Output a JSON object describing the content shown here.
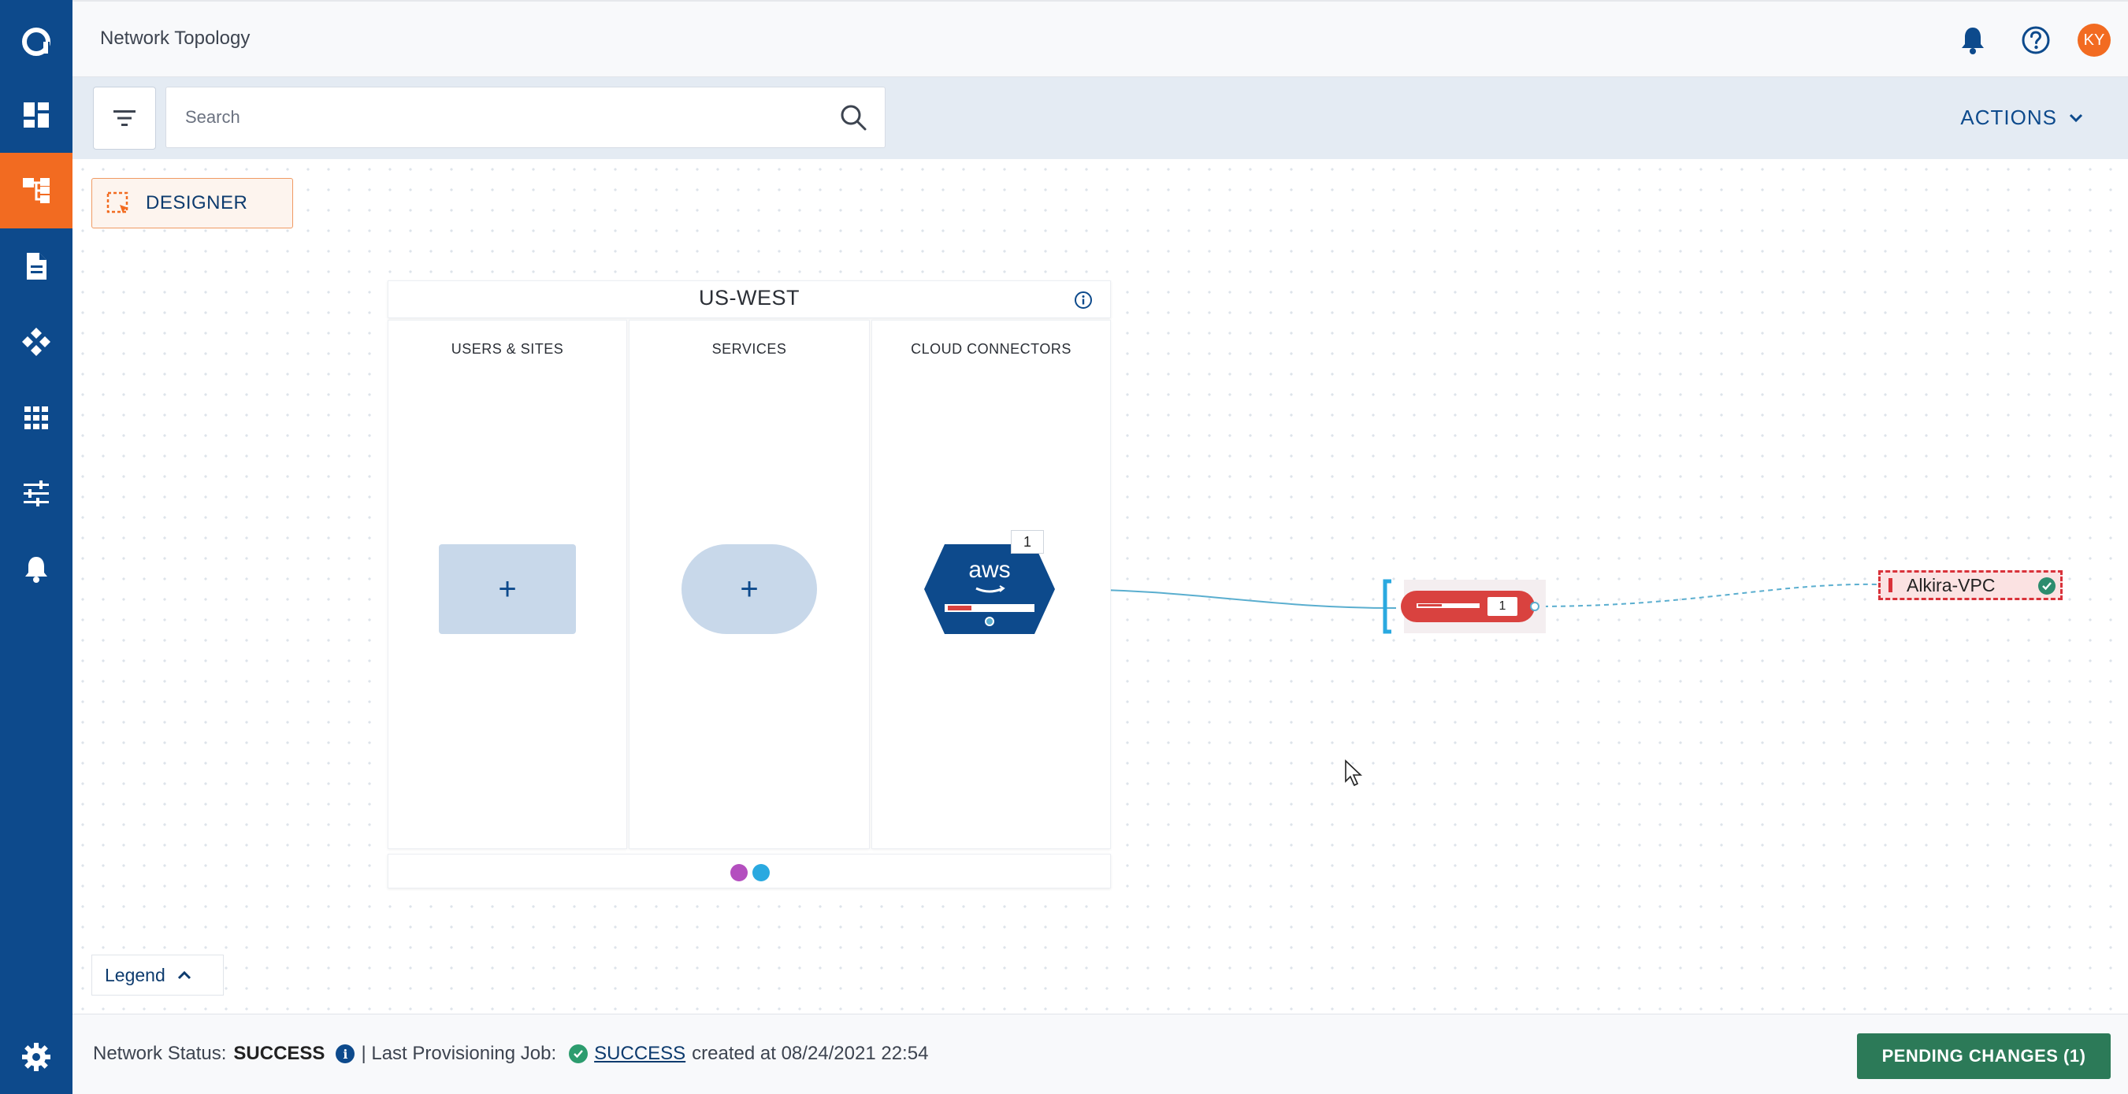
{
  "header": {
    "title": "Network Topology",
    "avatar_initials": "KY"
  },
  "toolbar": {
    "search_placeholder": "Search",
    "actions_label": "ACTIONS"
  },
  "designer": {
    "label": "DESIGNER"
  },
  "region": {
    "title": "US-WEST",
    "columns": [
      "USERS & SITES",
      "SERVICES",
      "CLOUD CONNECTORS"
    ],
    "add_symbol": "+",
    "aws_logo": "aws",
    "aws_count": "1",
    "dot_colors": [
      "#b44fbf",
      "#2aa9e0"
    ]
  },
  "node": {
    "count": "1",
    "color": "#d9423f"
  },
  "vpc": {
    "label": "Alkira-VPC"
  },
  "legend": {
    "label": "Legend"
  },
  "status": {
    "network_label": "Network Status:",
    "network_value": "SUCCESS",
    "separator": "| Last Provisioning Job:",
    "job_value": "SUCCESS",
    "job_suffix": "created at 08/24/2021 22:54",
    "pending_label": "PENDING CHANGES (1)"
  },
  "colors": {
    "brand_blue": "#0d4a8c",
    "accent_orange": "#f26b21",
    "success_green": "#2c7a58"
  },
  "icons": {
    "sidebar": [
      "alkira-logo-icon",
      "dashboard-icon",
      "topology-icon",
      "document-icon",
      "services-icon",
      "apps-grid-icon",
      "sliders-icon",
      "alerts-bell-icon",
      "settings-gear-icon"
    ],
    "header": [
      "notification-bell-icon",
      "help-icon"
    ]
  }
}
